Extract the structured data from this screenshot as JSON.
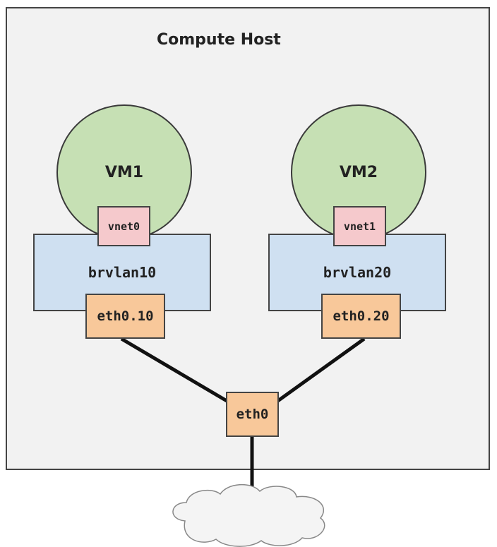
{
  "host": {
    "title": "Compute Host"
  },
  "vms": [
    {
      "name": "VM1",
      "vnet": "vnet0",
      "bridge": "brvlan10",
      "subif": "eth0.10"
    },
    {
      "name": "VM2",
      "vnet": "vnet1",
      "bridge": "brvlan20",
      "subif": "eth0.20"
    }
  ],
  "physical": {
    "nic": "eth0"
  },
  "colors": {
    "host_bg": "#f2f2f2",
    "vm_fill": "#c6e0b4",
    "bridge_fill": "#cfe0f1",
    "vnet_fill": "#f5c9cc",
    "eth_fill": "#f8c89a",
    "line": "#111111",
    "cloud_fill": "#f4f4f4"
  }
}
